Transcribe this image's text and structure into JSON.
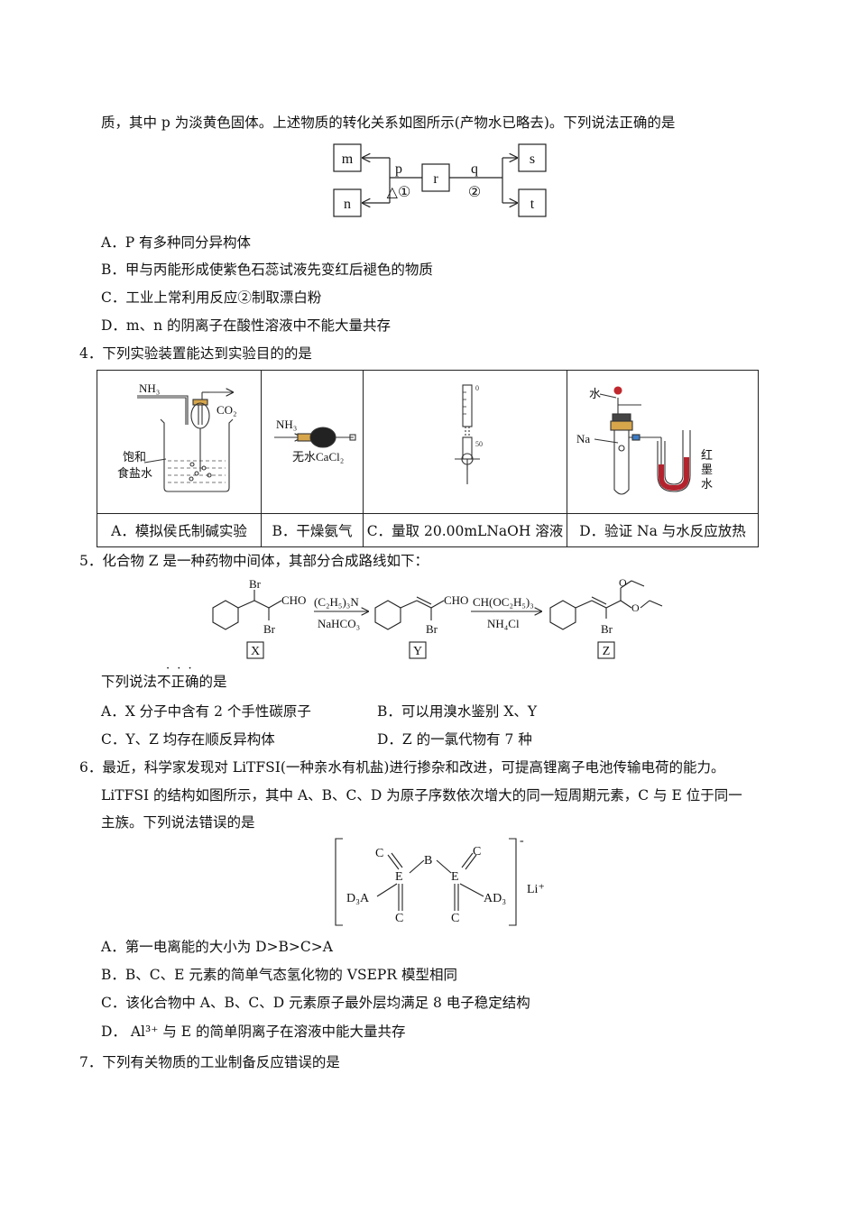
{
  "q3": {
    "cont": "质，其中 p 为淡黄色固体。上述物质的转化关系如图所示(产物水已略去)。下列说法正确的是",
    "diagram": {
      "m": "m",
      "n": "n",
      "r": "r",
      "s": "s",
      "t": "t",
      "p": "p",
      "q": "q",
      "c1": "△①",
      "c2": "②"
    },
    "options": [
      "A．P 有多种同分异构体",
      "B．甲与丙能形成使紫色石蕊试液先变红后褪色的物质",
      "C．工业上常利用反应②制取漂白粉",
      "D．m、n 的阴离子在酸性溶液中不能大量共存"
    ]
  },
  "q4": {
    "stem": "4．下列实验装置能达到实验目的的是",
    "fig": {
      "a_nh3": "NH₃",
      "a_co2": "CO₂",
      "a_salt1": "饱和",
      "a_salt2": "食盐水",
      "b_nh3": "NH₃",
      "b_cacl2": "无水CaCl₂",
      "d_water": "水",
      "d_na": "Na",
      "d_ink1": "红",
      "d_ink2": "墨",
      "d_ink3": "水"
    },
    "captions": [
      "A．模拟侯氏制碱实验",
      "B．干燥氨气",
      "C．量取 20.00mLNaOH 溶液",
      "D．验证 Na 与水反应放热"
    ]
  },
  "q5": {
    "stem": "5．化合物 Z 是一种药物中间体，其部分合成路线如下：",
    "scheme": {
      "br": "Br",
      "cho": "CHO",
      "r1_top": "(C₂H₅)₃N",
      "r1_bot": "NaHCO₃",
      "r2_top": "CH(OC₂H₅)₃",
      "r2_bot": "NH₄Cl",
      "X": "X",
      "Y": "Y",
      "Z": "Z"
    },
    "dots": "·  ·  ·",
    "ask": "下列说法不正确的是",
    "options": [
      "A．X 分子中含有 2 个手性碳原子",
      "B．可以用溴水鉴别 X、Y",
      "C．Y、Z 均存在顺反异构体",
      "D．Z 的一氯代物有 7 种"
    ]
  },
  "q6": {
    "line1": "6．最近，科学家发现对 LiTFSI(一种亲水有机盐)进行掺杂和改进，可提高锂离子电池传输电荷的能力。",
    "line2": "LiTFSI 的结构如图所示，其中 A、B、C、D 为原子序数依次增大的同一短周期元素，C 与 E 位于同一",
    "line3": "主族。下列说法错误的是",
    "struct": {
      "C": "C",
      "B": "B",
      "E": "E",
      "D3A": "D₃A",
      "AD3": "AD₃",
      "charge": "-",
      "li": "Li⁺"
    },
    "options": [
      "A．第一电离能的大小为 D>B>C>A",
      "B．B、C、E 元素的简单气态氢化物的 VSEPR 模型相同",
      "C．该化合物中 A、B、C、D 元素原子最外层均满足 8 电子稳定结构",
      "D． Al³⁺ 与 E 的简单阴离子在溶液中能大量共存"
    ]
  },
  "q7": {
    "stem": "7．下列有关物质的工业制备反应错误的是"
  }
}
